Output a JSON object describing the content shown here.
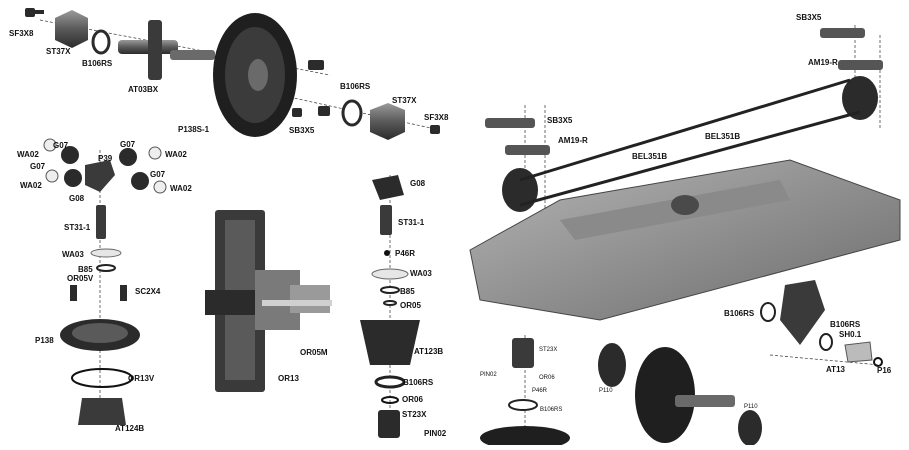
{
  "labels": {
    "sf3x8_a": "SF3X8",
    "st37x_a": "ST37X",
    "b106rs_a": "B106RS",
    "at03bx": "AT03BX",
    "p138s1": "P138S-1",
    "b106rs_b": "B106RS",
    "st37x_b": "ST37X",
    "sb3x5_a": "SB3X5",
    "sf3x8_b": "SF3X8",
    "wa02_a": "WA02",
    "g07_a": "G07",
    "g07_b": "G07",
    "wa02_b": "WA02",
    "p39": "P39",
    "g07_c": "G07",
    "wa02_c": "WA02",
    "g07_d": "G07",
    "wa02_d": "WA02",
    "g08_a": "G08",
    "st31_1_a": "ST31-1",
    "wa03_a": "WA03",
    "b85_a": "B85",
    "or05v": "OR05V",
    "sc2x4": "SC2X4",
    "p138": "P138",
    "or13v": "OR13V",
    "at124b": "AT124B",
    "or05m": "OR05M",
    "or13": "OR13",
    "g08_b": "G08",
    "st31_1_b": "ST31-1",
    "p46r_a": "P46R",
    "wa03_b": "WA03",
    "b85_b": "B85",
    "or05": "OR05",
    "at123b": "AT123B",
    "b106rs_c": "B106RS",
    "or06_a": "OR06",
    "st23x_a": "ST23X",
    "pin02_a": "PIN02",
    "sb3x5_b": "SB3X5",
    "am19r_a": "AM19-R",
    "sb3x5_c": "SB3X5",
    "am19r_b": "AM19-R",
    "bel351b_a": "BEL351B",
    "bel351b_b": "BEL351B",
    "b106rs_d": "B106RS",
    "b106rs_e": "B106RS",
    "sh01": "SH0.1",
    "at13": "AT13",
    "p16": "P16",
    "st23x_s": "ST23X",
    "pin02_s": "PIN02",
    "or06_s": "OR06",
    "p46r_s": "P46R",
    "b106rs_s": "B106RS",
    "p110_a": "P110",
    "p110_b": "P110"
  },
  "colors": {
    "part_dark": "#2b2b2b",
    "part_mid": "#5a5a5a",
    "part_light": "#9a9a9a",
    "chassis": "#7d7d7d",
    "washer": "#e6e6e6",
    "leader": "#333333"
  }
}
